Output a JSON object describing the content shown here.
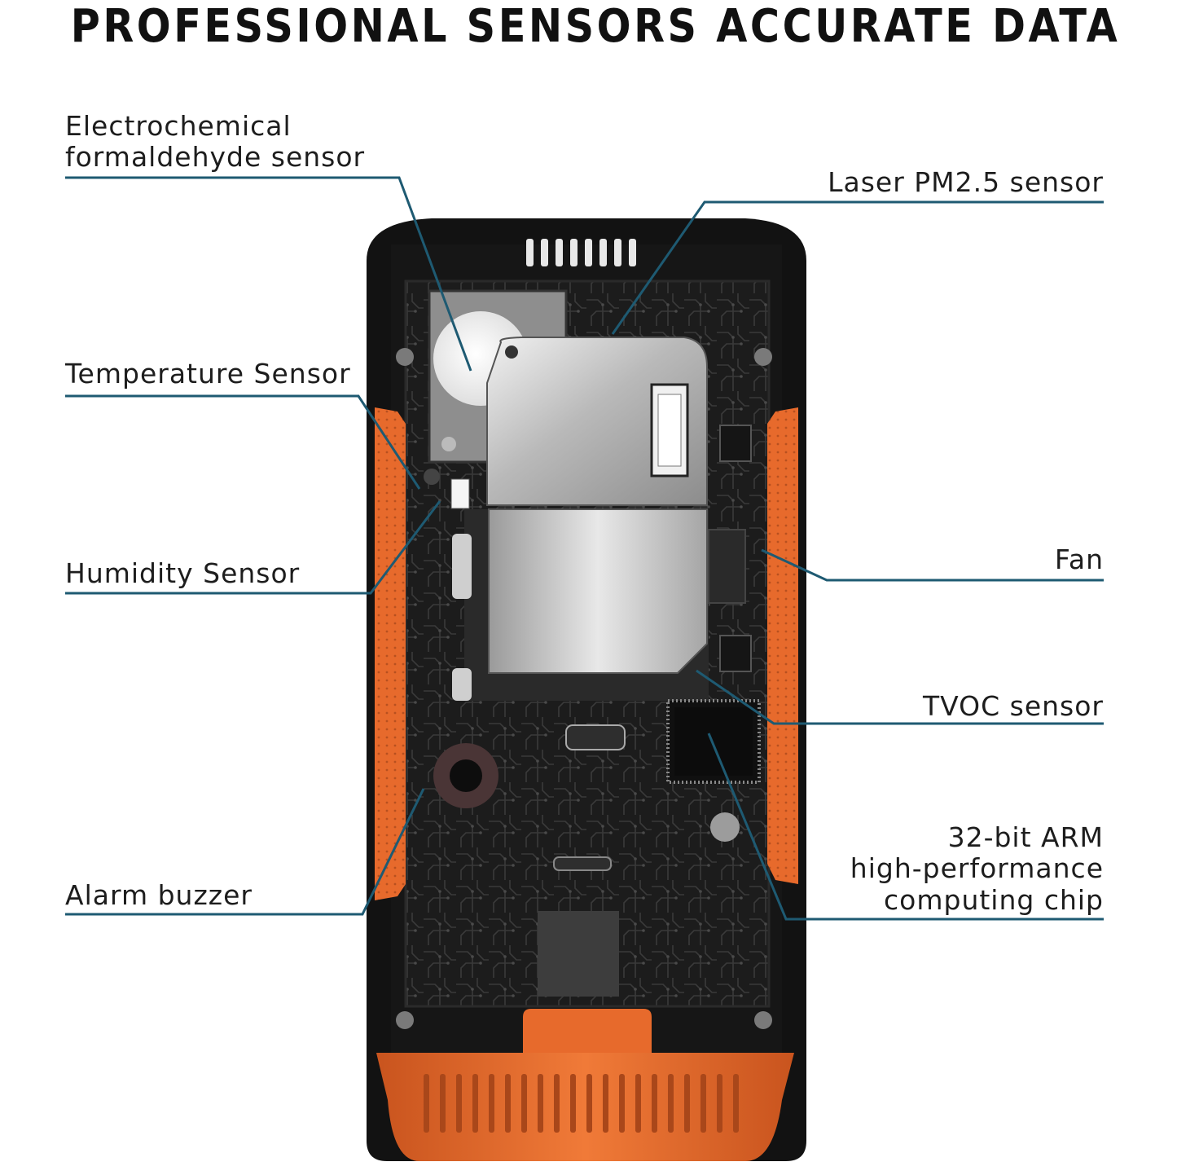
{
  "headline": "PROFESSIONAL SENSORS ACCURATE DATA",
  "colors": {
    "leader": "#1e5a72",
    "accent_orange": "#e76a2c",
    "pcb": "#1b1b1b",
    "housing": "#121212",
    "metal": "#c4c4c4"
  },
  "labels": {
    "formaldehyde_line1": "Electrochemical",
    "formaldehyde_line2": "formaldehyde sensor",
    "temperature": "Temperature Sensor",
    "humidity": "Humidity Sensor",
    "alarm": "Alarm buzzer",
    "laser": "Laser PM2.5 sensor",
    "fan": "Fan",
    "tvoc": "TVOC sensor",
    "arm_line1": "32-bit ARM",
    "arm_line2": "high-performance",
    "arm_line3": "computing chip"
  }
}
